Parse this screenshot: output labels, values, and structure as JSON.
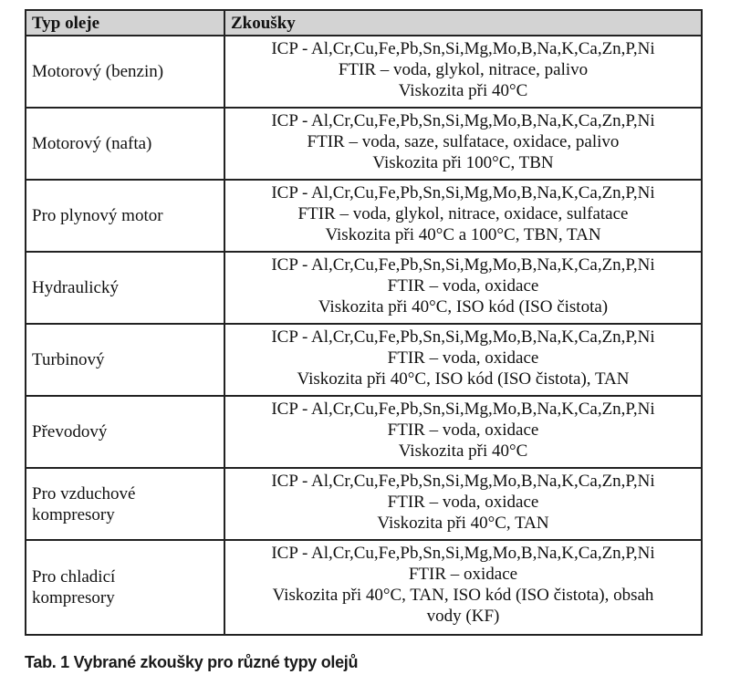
{
  "table": {
    "headers": [
      "Typ oleje",
      "Zkoušky"
    ],
    "rows": [
      {
        "type": "Motorový (benzin)",
        "tests": [
          "ICP - Al,Cr,Cu,Fe,Pb,Sn,Si,Mg,Mo,B,Na,K,Ca,Zn,P,Ni",
          "FTIR – voda, glykol, nitrace, palivo",
          "Viskozita při 40°C"
        ]
      },
      {
        "type": "Motorový (nafta)",
        "tests": [
          "ICP - Al,Cr,Cu,Fe,Pb,Sn,Si,Mg,Mo,B,Na,K,Ca,Zn,P,Ni",
          "FTIR – voda, saze, sulfatace, oxidace, palivo",
          "Viskozita při 100°C, TBN"
        ]
      },
      {
        "type": "Pro plynový motor",
        "tests": [
          "ICP - Al,Cr,Cu,Fe,Pb,Sn,Si,Mg,Mo,B,Na,K,Ca,Zn,P,Ni",
          "FTIR – voda, glykol, nitrace, oxidace, sulfatace",
          "Viskozita při 40°C a 100°C, TBN, TAN"
        ]
      },
      {
        "type": "Hydraulický",
        "tests": [
          "ICP - Al,Cr,Cu,Fe,Pb,Sn,Si,Mg,Mo,B,Na,K,Ca,Zn,P,Ni",
          "FTIR – voda, oxidace",
          "Viskozita při 40°C, ISO kód (ISO čistota)"
        ]
      },
      {
        "type": "Turbinový",
        "tests": [
          "ICP - Al,Cr,Cu,Fe,Pb,Sn,Si,Mg,Mo,B,Na,K,Ca,Zn,P,Ni",
          "FTIR – voda, oxidace",
          "Viskozita při 40°C, ISO kód (ISO čistota), TAN"
        ]
      },
      {
        "type": "Převodový",
        "tests": [
          "ICP - Al,Cr,Cu,Fe,Pb,Sn,Si,Mg,Mo,B,Na,K,Ca,Zn,P,Ni",
          "FTIR – voda, oxidace",
          "Viskozita při 40°C"
        ]
      },
      {
        "type_lines": [
          "Pro vzduchové",
          "kompresory"
        ],
        "tests": [
          "ICP - Al,Cr,Cu,Fe,Pb,Sn,Si,Mg,Mo,B,Na,K,Ca,Zn,P,Ni",
          "FTIR – voda, oxidace",
          "Viskozita při 40°C, TAN"
        ]
      },
      {
        "type_lines": [
          "Pro chladicí",
          "kompresory"
        ],
        "tests": [
          "ICP - Al,Cr,Cu,Fe,Pb,Sn,Si,Mg,Mo,B,Na,K,Ca,Zn,P,Ni",
          "FTIR – oxidace",
          "Viskozita při 40°C, TAN, ISO kód (ISO čistota), obsah",
          "vody (KF)"
        ]
      }
    ]
  },
  "caption": "Tab. 1 Vybrané zkoušky pro různé typy olejů"
}
